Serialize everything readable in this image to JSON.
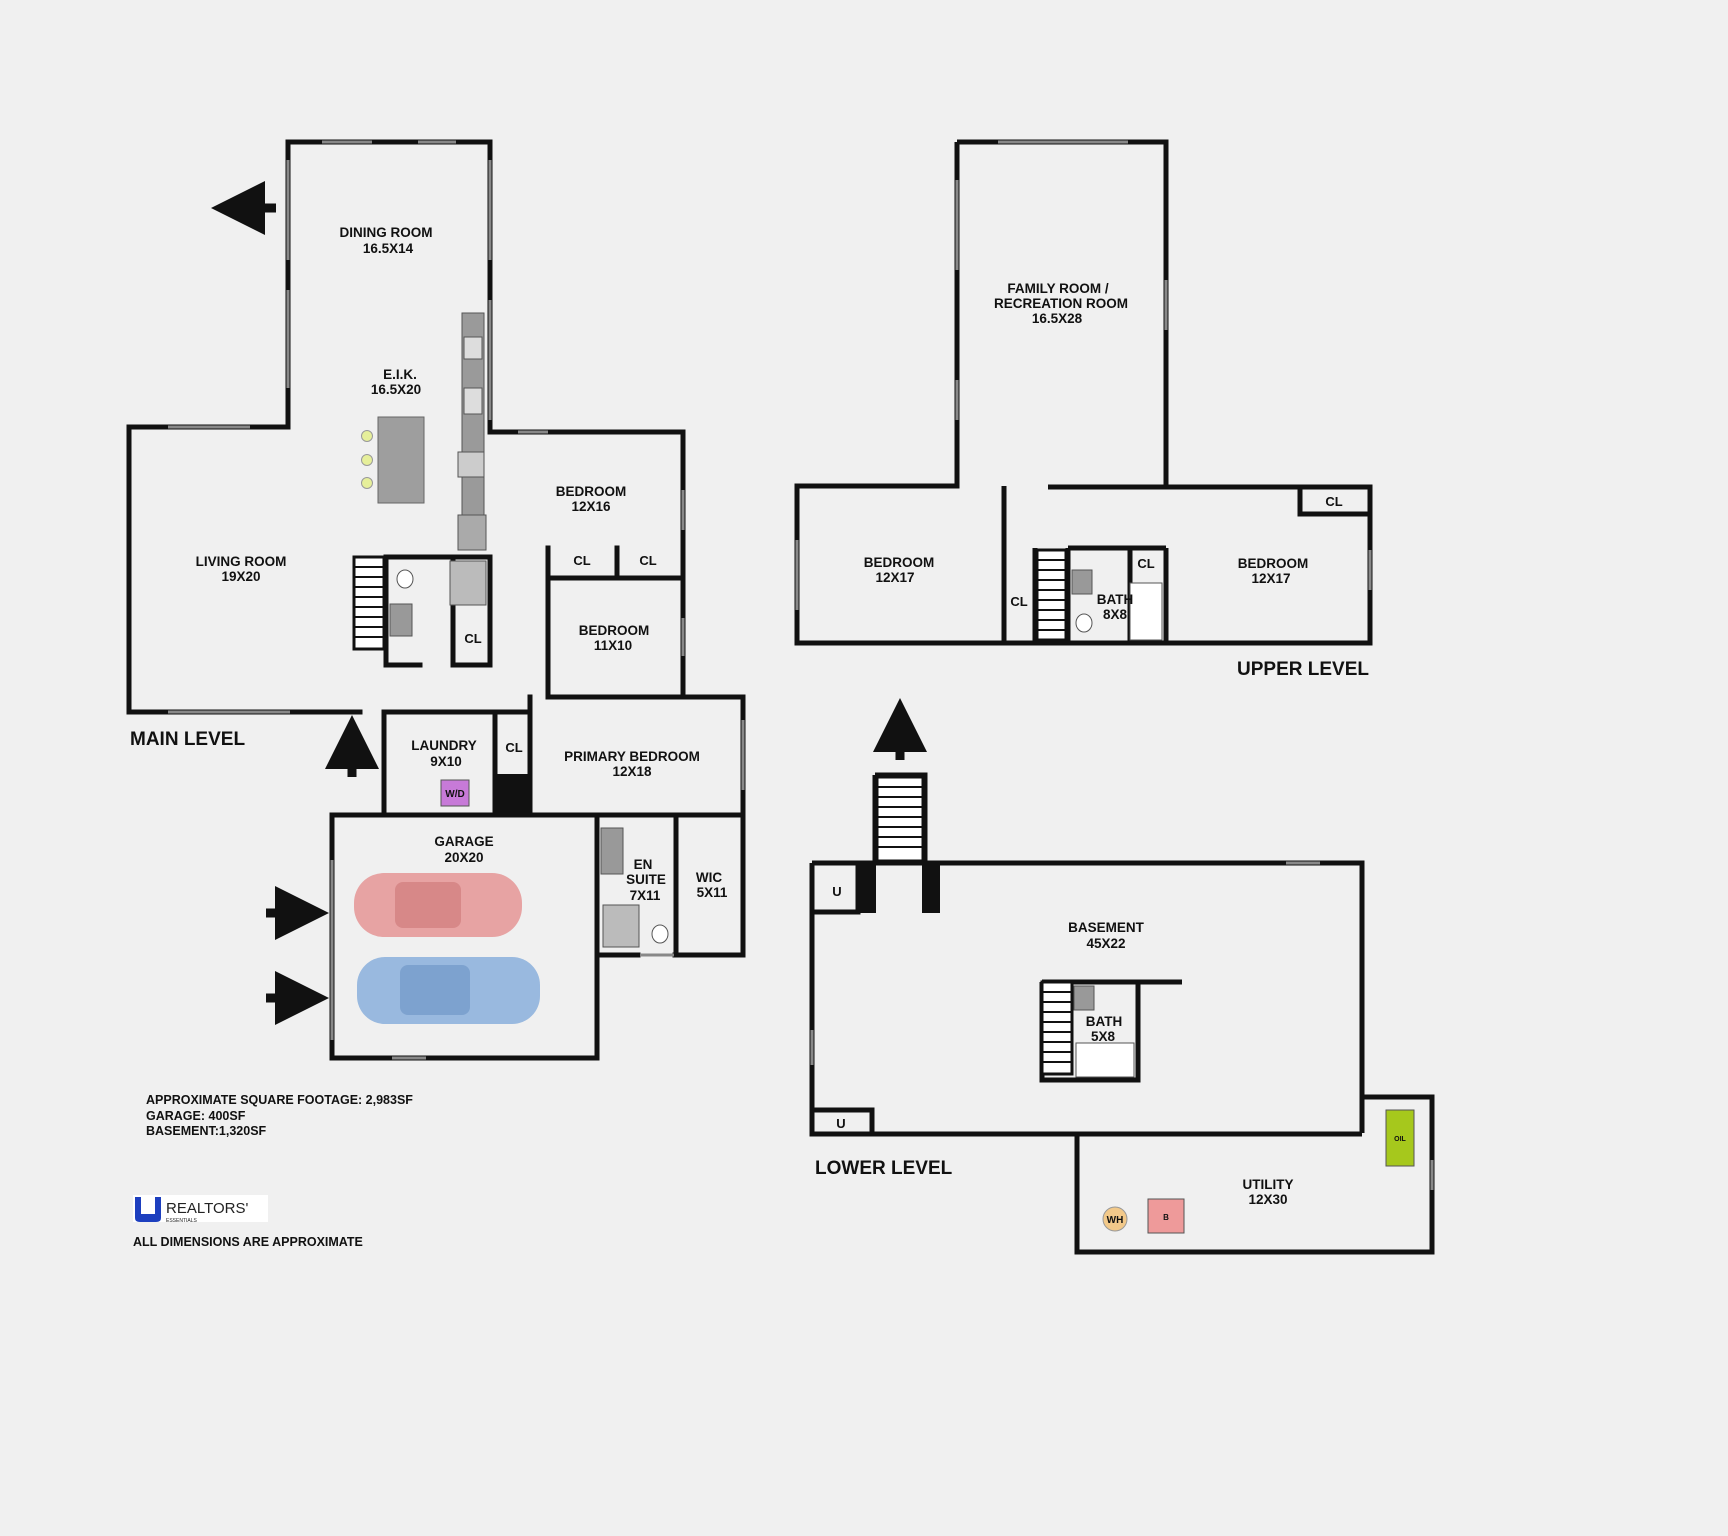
{
  "levels": {
    "main": "MAIN LEVEL",
    "upper": "UPPER LEVEL",
    "lower": "LOWER LEVEL"
  },
  "rooms": {
    "dining": {
      "name": "DINING ROOM",
      "dim": "16.5X14"
    },
    "eik": {
      "name": "E.I.K.",
      "dim": "16.5X20"
    },
    "living": {
      "name": "LIVING ROOM",
      "dim": "19X20"
    },
    "bedroom_12x16": {
      "name": "BEDROOM",
      "dim": "12X16"
    },
    "bedroom_11x10": {
      "name": "BEDROOM",
      "dim": "11X10"
    },
    "laundry": {
      "name": "LAUNDRY",
      "dim": "9X10"
    },
    "primary": {
      "name": "PRIMARY BEDROOM",
      "dim": "12X18"
    },
    "garage": {
      "name": "GARAGE",
      "dim": "20X20"
    },
    "ensuite": {
      "line1": "EN",
      "line2": "SUITE",
      "dim": "7X11"
    },
    "wic": {
      "name": "WIC",
      "dim": "5X11"
    },
    "family": {
      "line1": "FAMILY ROOM  /",
      "line2": "RECREATION ROOM",
      "dim": "16.5X28"
    },
    "up_bedroom_left": {
      "name": "BEDROOM",
      "dim": "12X17"
    },
    "up_bedroom_right": {
      "name": "BEDROOM",
      "dim": "12X17"
    },
    "up_bath": {
      "name": "BATH",
      "dim": "8X8"
    },
    "basement": {
      "name": "BASEMENT",
      "dim": "45X22"
    },
    "low_bath": {
      "name": "BATH",
      "dim": "5X8"
    },
    "utility": {
      "name": "UTILITY",
      "dim": "12X30"
    }
  },
  "small_labels": {
    "cl": "CL",
    "u": "U",
    "wd": "W/D",
    "wh": "WH",
    "b": "B",
    "oil": "OIL"
  },
  "footage": {
    "line1": "APPROXIMATE SQUARE FOOTAGE: 2,983SF",
    "line2": "GARAGE: 400SF",
    "line3": "BASEMENT:1,320SF"
  },
  "logo": {
    "text": "REALTORS'",
    "sub": "ESSENTIALS"
  },
  "disclaimer": "ALL DIMENSIONS ARE APPROXIMATE",
  "colors": {
    "wall": "#111111",
    "background": "#f0f0f0",
    "car_red": "#e59a9a",
    "car_blue": "#8fb3dd",
    "washer_dryer": "#c77ad8",
    "oil_tank": "#a6c81c",
    "boiler": "#ee9a9a",
    "water_heater": "#f2c98a",
    "island_lights": "#e6ef9a",
    "logo_blue": "#1d3fbf"
  }
}
